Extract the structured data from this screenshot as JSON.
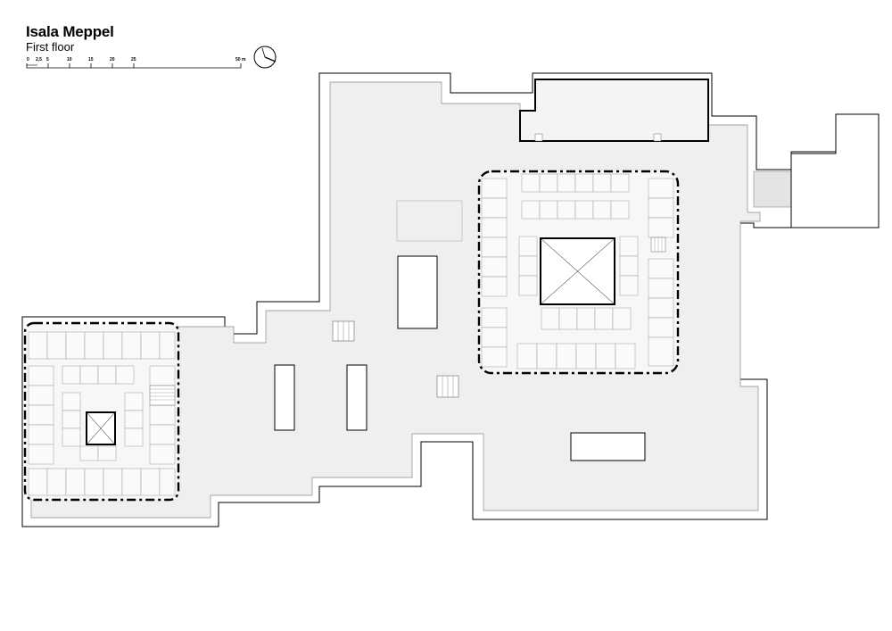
{
  "header": {
    "title": "Isala Meppel",
    "subtitle": "First floor"
  },
  "scale_bar": {
    "ticks": [
      "0",
      "2,5",
      "5",
      "10",
      "15",
      "20",
      "25",
      "50 m"
    ]
  },
  "north_arrow": {
    "icon": "north-arrow-icon"
  },
  "colors": {
    "floor_fill": "#efefef",
    "wall": "#000000",
    "room_fill": "#f6f6f6"
  }
}
